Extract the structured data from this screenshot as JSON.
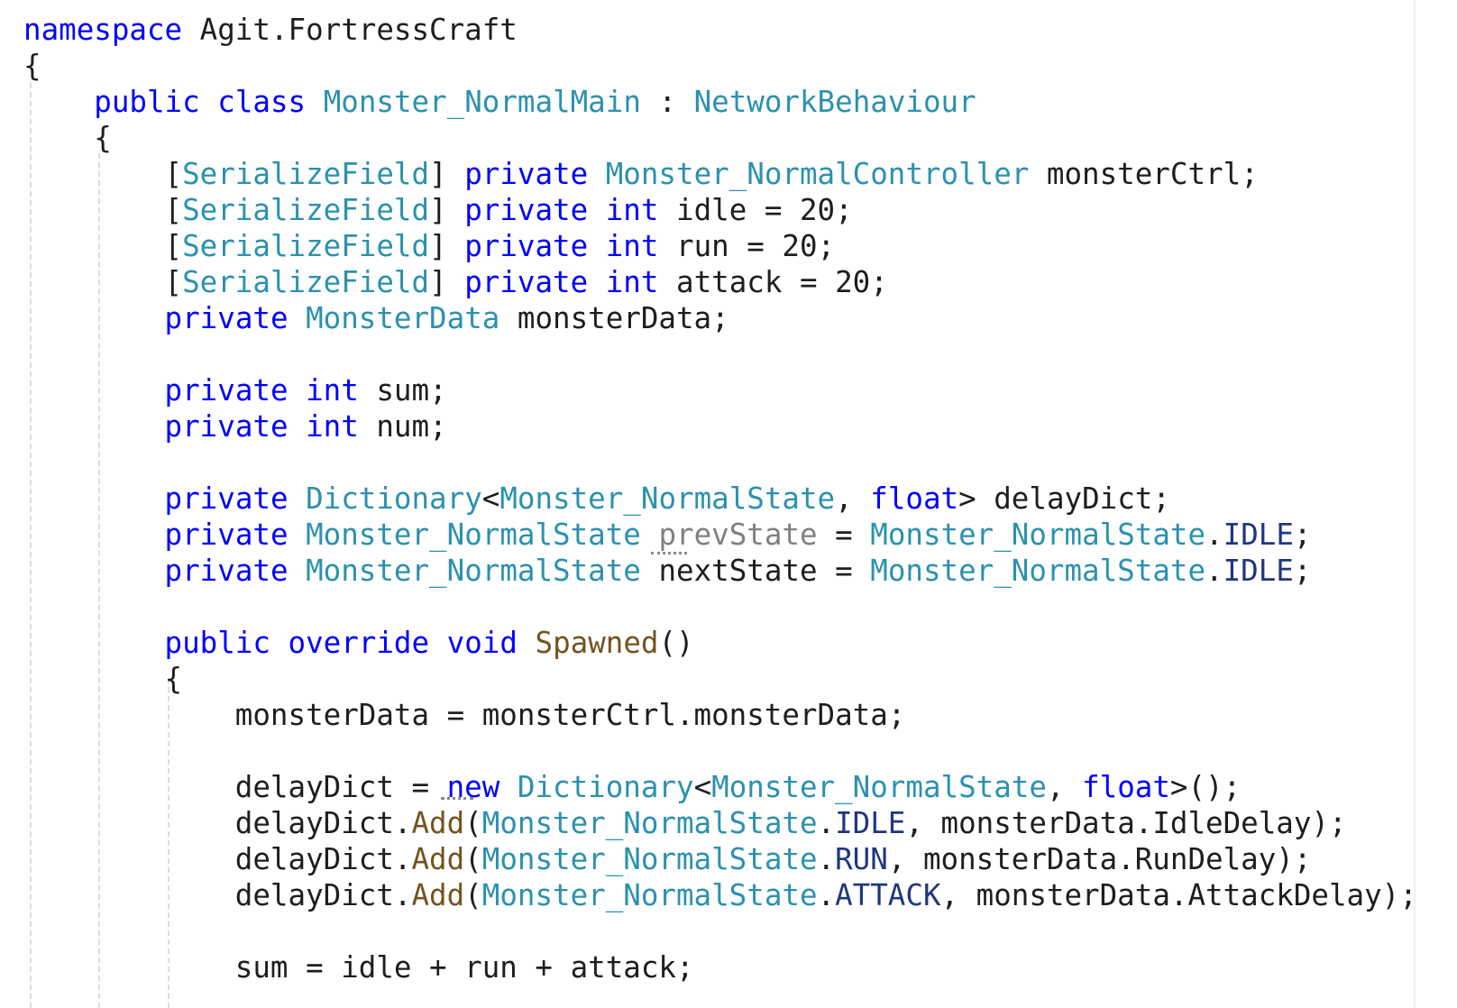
{
  "editor": {
    "language": "C#",
    "colors": {
      "keyword": "#0000ff",
      "type": "#2b91af",
      "method": "#74531f",
      "enum_member": "#1f377f",
      "identifier": "#1e1e1e",
      "unused": "#808080"
    },
    "lines": [
      [
        {
          "t": "namespace",
          "c": "kw"
        },
        {
          "t": " Agit.FortressCraft"
        }
      ],
      [
        {
          "t": "{"
        }
      ],
      [
        {
          "t": "    "
        },
        {
          "t": "public",
          "c": "kw"
        },
        {
          "t": " "
        },
        {
          "t": "class",
          "c": "kw"
        },
        {
          "t": " "
        },
        {
          "t": "Monster_NormalMain",
          "c": "ty"
        },
        {
          "t": " : "
        },
        {
          "t": "NetworkBehaviour",
          "c": "ty"
        }
      ],
      [
        {
          "t": "    {"
        }
      ],
      [
        {
          "t": "        ["
        },
        {
          "t": "SerializeField",
          "c": "ty"
        },
        {
          "t": "] "
        },
        {
          "t": "private",
          "c": "kw"
        },
        {
          "t": " "
        },
        {
          "t": "Monster_NormalController",
          "c": "ty"
        },
        {
          "t": " monsterCtrl;"
        }
      ],
      [
        {
          "t": "        ["
        },
        {
          "t": "SerializeField",
          "c": "ty"
        },
        {
          "t": "] "
        },
        {
          "t": "private",
          "c": "kw"
        },
        {
          "t": " "
        },
        {
          "t": "int",
          "c": "kw"
        },
        {
          "t": " idle = 20;"
        }
      ],
      [
        {
          "t": "        ["
        },
        {
          "t": "SerializeField",
          "c": "ty"
        },
        {
          "t": "] "
        },
        {
          "t": "private",
          "c": "kw"
        },
        {
          "t": " "
        },
        {
          "t": "int",
          "c": "kw"
        },
        {
          "t": " run = 20;"
        }
      ],
      [
        {
          "t": "        ["
        },
        {
          "t": "SerializeField",
          "c": "ty"
        },
        {
          "t": "] "
        },
        {
          "t": "private",
          "c": "kw"
        },
        {
          "t": " "
        },
        {
          "t": "int",
          "c": "kw"
        },
        {
          "t": " attack = 20;"
        }
      ],
      [
        {
          "t": "        "
        },
        {
          "t": "private",
          "c": "kw"
        },
        {
          "t": " "
        },
        {
          "t": "MonsterData",
          "c": "ty"
        },
        {
          "t": " monsterData;"
        }
      ],
      [],
      [
        {
          "t": "        "
        },
        {
          "t": "private",
          "c": "kw"
        },
        {
          "t": " "
        },
        {
          "t": "int",
          "c": "kw"
        },
        {
          "t": " sum;"
        }
      ],
      [
        {
          "t": "        "
        },
        {
          "t": "private",
          "c": "kw"
        },
        {
          "t": " "
        },
        {
          "t": "int",
          "c": "kw"
        },
        {
          "t": " num;"
        }
      ],
      [],
      [
        {
          "t": "        "
        },
        {
          "t": "private",
          "c": "kw"
        },
        {
          "t": " "
        },
        {
          "t": "Dictionary",
          "c": "ty"
        },
        {
          "t": "<"
        },
        {
          "t": "Monster_NormalState",
          "c": "ty"
        },
        {
          "t": ", "
        },
        {
          "t": "float",
          "c": "kw"
        },
        {
          "t": "> delayDict;"
        }
      ],
      [
        {
          "t": "        "
        },
        {
          "t": "private",
          "c": "kw"
        },
        {
          "t": " "
        },
        {
          "t": "Monster_NormalState",
          "c": "ty"
        },
        {
          "t": " "
        },
        {
          "t": "prevState",
          "c": "dim"
        },
        {
          "t": " = "
        },
        {
          "t": "Monster_NormalState",
          "c": "ty"
        },
        {
          "t": "."
        },
        {
          "t": "IDLE",
          "c": "en"
        },
        {
          "t": ";"
        }
      ],
      [
        {
          "t": "        "
        },
        {
          "t": "private",
          "c": "kw"
        },
        {
          "t": " "
        },
        {
          "t": "Monster_NormalState",
          "c": "ty"
        },
        {
          "t": " nextState = "
        },
        {
          "t": "Monster_NormalState",
          "c": "ty"
        },
        {
          "t": "."
        },
        {
          "t": "IDLE",
          "c": "en"
        },
        {
          "t": ";"
        }
      ],
      [],
      [
        {
          "t": "        "
        },
        {
          "t": "public",
          "c": "kw"
        },
        {
          "t": " "
        },
        {
          "t": "override",
          "c": "kw"
        },
        {
          "t": " "
        },
        {
          "t": "void",
          "c": "kw"
        },
        {
          "t": " "
        },
        {
          "t": "Spawned",
          "c": "mb"
        },
        {
          "t": "()"
        }
      ],
      [
        {
          "t": "        {"
        }
      ],
      [
        {
          "t": "            monsterData = monsterCtrl.monsterData;"
        }
      ],
      [],
      [
        {
          "t": "            delayDict = "
        },
        {
          "t": "new",
          "c": "kw"
        },
        {
          "t": " "
        },
        {
          "t": "Dictionary",
          "c": "ty"
        },
        {
          "t": "<"
        },
        {
          "t": "Monster_NormalState",
          "c": "ty"
        },
        {
          "t": ", "
        },
        {
          "t": "float",
          "c": "kw"
        },
        {
          "t": ">();"
        }
      ],
      [
        {
          "t": "            delayDict."
        },
        {
          "t": "Add",
          "c": "mb"
        },
        {
          "t": "("
        },
        {
          "t": "Monster_NormalState",
          "c": "ty"
        },
        {
          "t": "."
        },
        {
          "t": "IDLE",
          "c": "en"
        },
        {
          "t": ", monsterData.IdleDelay);"
        }
      ],
      [
        {
          "t": "            delayDict."
        },
        {
          "t": "Add",
          "c": "mb"
        },
        {
          "t": "("
        },
        {
          "t": "Monster_NormalState",
          "c": "ty"
        },
        {
          "t": "."
        },
        {
          "t": "RUN",
          "c": "en"
        },
        {
          "t": ", monsterData.RunDelay);"
        }
      ],
      [
        {
          "t": "            delayDict."
        },
        {
          "t": "Add",
          "c": "mb"
        },
        {
          "t": "("
        },
        {
          "t": "Monster_NormalState",
          "c": "ty"
        },
        {
          "t": "."
        },
        {
          "t": "ATTACK",
          "c": "en"
        },
        {
          "t": ", monsterData.AttackDelay);"
        }
      ],
      [],
      [
        {
          "t": "            sum = idle + run + attack;"
        }
      ]
    ]
  }
}
